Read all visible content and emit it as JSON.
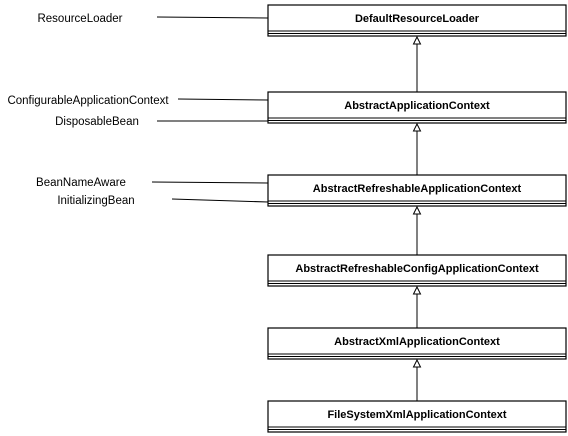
{
  "colors": {
    "line": "#000000",
    "box_fill": "#ffffff",
    "arrow_fill": "#ffffff"
  },
  "classes": [
    {
      "name": "DefaultResourceLoader"
    },
    {
      "name": "AbstractApplicationContext"
    },
    {
      "name": "AbstractRefreshableApplicationContext"
    },
    {
      "name": "AbstractRefreshableConfigApplicationContext"
    },
    {
      "name": "AbstractXmlApplicationContext"
    },
    {
      "name": "FileSystemXmlApplicationContext"
    }
  ],
  "interfaces": [
    {
      "label": "ResourceLoader",
      "implemented_by": 0
    },
    {
      "label": "ConfigurableApplicationContext",
      "implemented_by": 1
    },
    {
      "label": "DisposableBean",
      "implemented_by": 1
    },
    {
      "label": "BeanNameAware",
      "implemented_by": 2
    },
    {
      "label": "InitializingBean",
      "implemented_by": 2
    }
  ]
}
